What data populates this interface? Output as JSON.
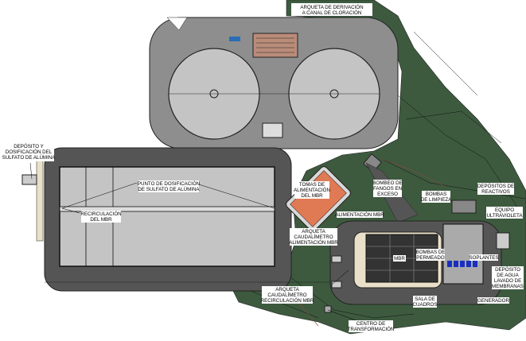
{
  "labels": {
    "arqueta_derivacion": [
      "ARQUETA DE DERIVACIÓN",
      "A CANAL DE CLORACIÓN"
    ],
    "deposito_sulfato": [
      "DEPÓSITO Y",
      "DOSIFICACIÓN DEL",
      "SULFATO DE ALÚMINA"
    ],
    "punto_dosificacion": [
      "PUNTO DE DOSIFICACIÓN",
      "DE SULFATO DE ALÚMINA"
    ],
    "recirculacion": [
      "RECIRCULACIÓN",
      "DEL MBR"
    ],
    "tomas_alimentacion": [
      "TOMAS DE",
      "ALIMENTACIÓN",
      "DEL MBR"
    ],
    "alimentacion_mbr": [
      "ALIMENTACIÓN MBR"
    ],
    "arqueta_caudalimetro_alim": [
      "ARQUETA",
      "CAUDALÍMETRO",
      "ALIMENTACIÓN MBR"
    ],
    "bombeo_fangos": [
      "BOMBEO DE",
      "FANGOS EN",
      "EXCESO"
    ],
    "bombas_limpieza": [
      "BOMBAS",
      "DE LIMPIEZA"
    ],
    "depositos_reactivos": [
      "DEPÓSITOS DE",
      "REACTIVOS"
    ],
    "equipo_uv": [
      "EQUIPO",
      "ULTRAVIOLETA"
    ],
    "mbr": [
      "MBR"
    ],
    "bombas_permeado": [
      "BOMBAS DE",
      "PERMEADO"
    ],
    "soplantes": [
      "SOPLANTES"
    ],
    "deposito_agua": [
      "DEPÓSITO",
      "DE AGUA",
      "LAVADO DE",
      "MEMBRANAS"
    ],
    "arqueta_caudalimetro_recirc": [
      "ARQUETA",
      "CAUDALÍMETRO",
      "RECIRCULACIÓN MBR"
    ],
    "sala_cuadros": [
      "SALA DE",
      "CUADROS"
    ],
    "generador": [
      "GENERADOR"
    ],
    "centro_transformacion": [
      "CENTRO DE",
      "TRANSFORMACIÓN"
    ]
  },
  "colors": {
    "terrain": "#3d5a3e",
    "pavement": "#8e8e8e",
    "pavement_dark": "#555555",
    "tank": "#c4c4c4",
    "feed_tank": "#e07a55",
    "blowers": "#1a2fc0"
  }
}
